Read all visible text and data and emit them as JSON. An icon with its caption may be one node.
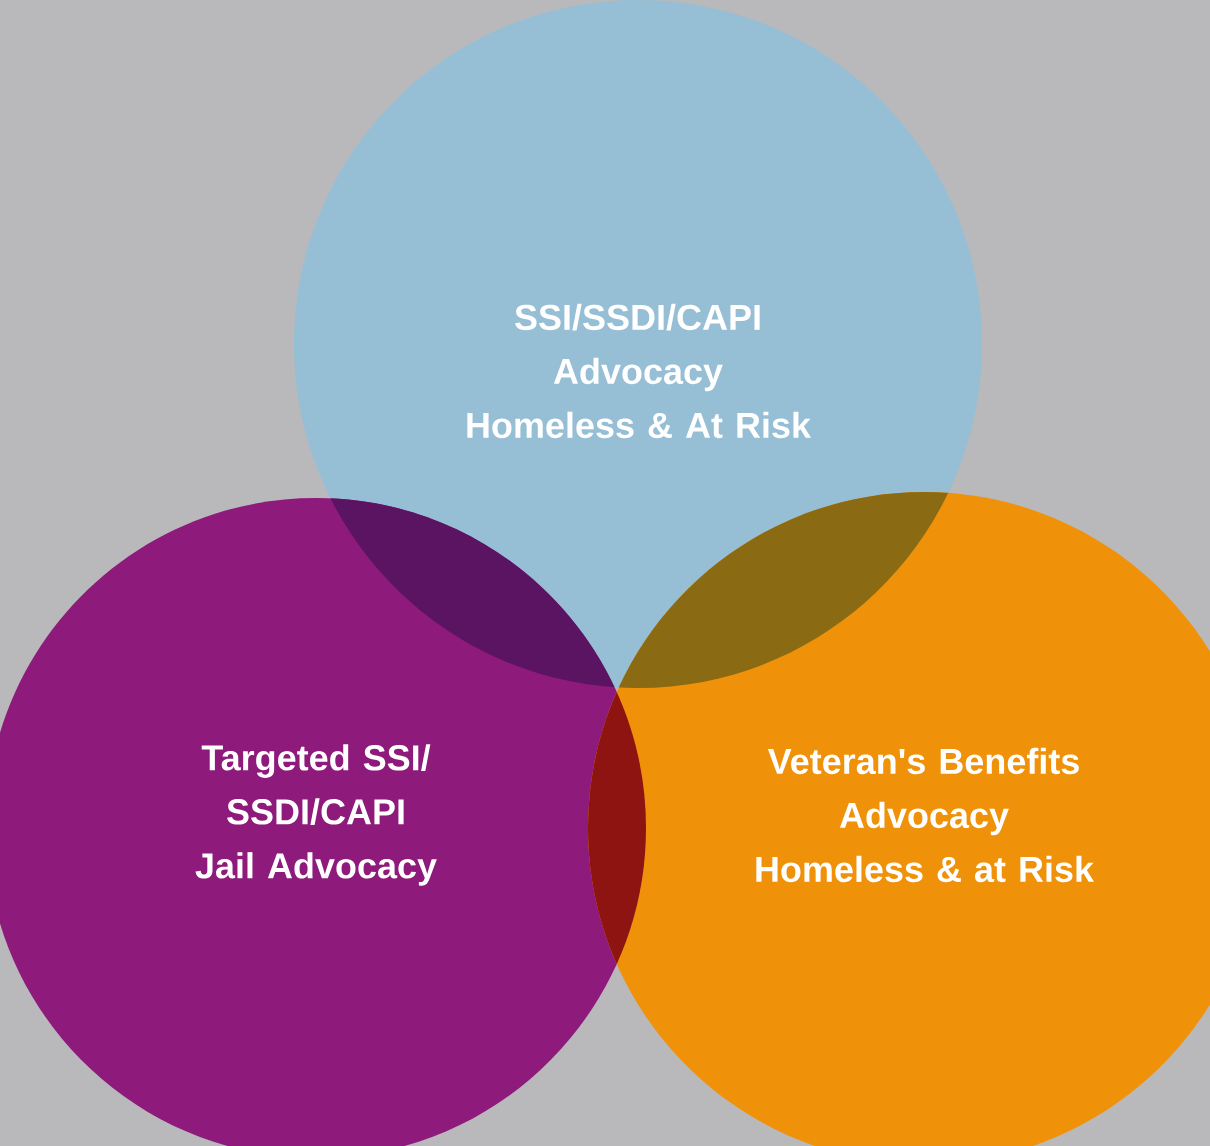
{
  "diagram": {
    "nodes": [
      {
        "text": [
          "SSI/SSDI/CAPI Advocacy Homeless & At Risk"
        ]
      },
      {
        "text": [
          "Targeted SSI/ SSDI/CAPI Jail Advocacy"
        ]
      },
      {
        "text": [
          "Veteran's Benefits Advocacy Homeless & at Risk"
        ]
      }
    ]
  }
}
